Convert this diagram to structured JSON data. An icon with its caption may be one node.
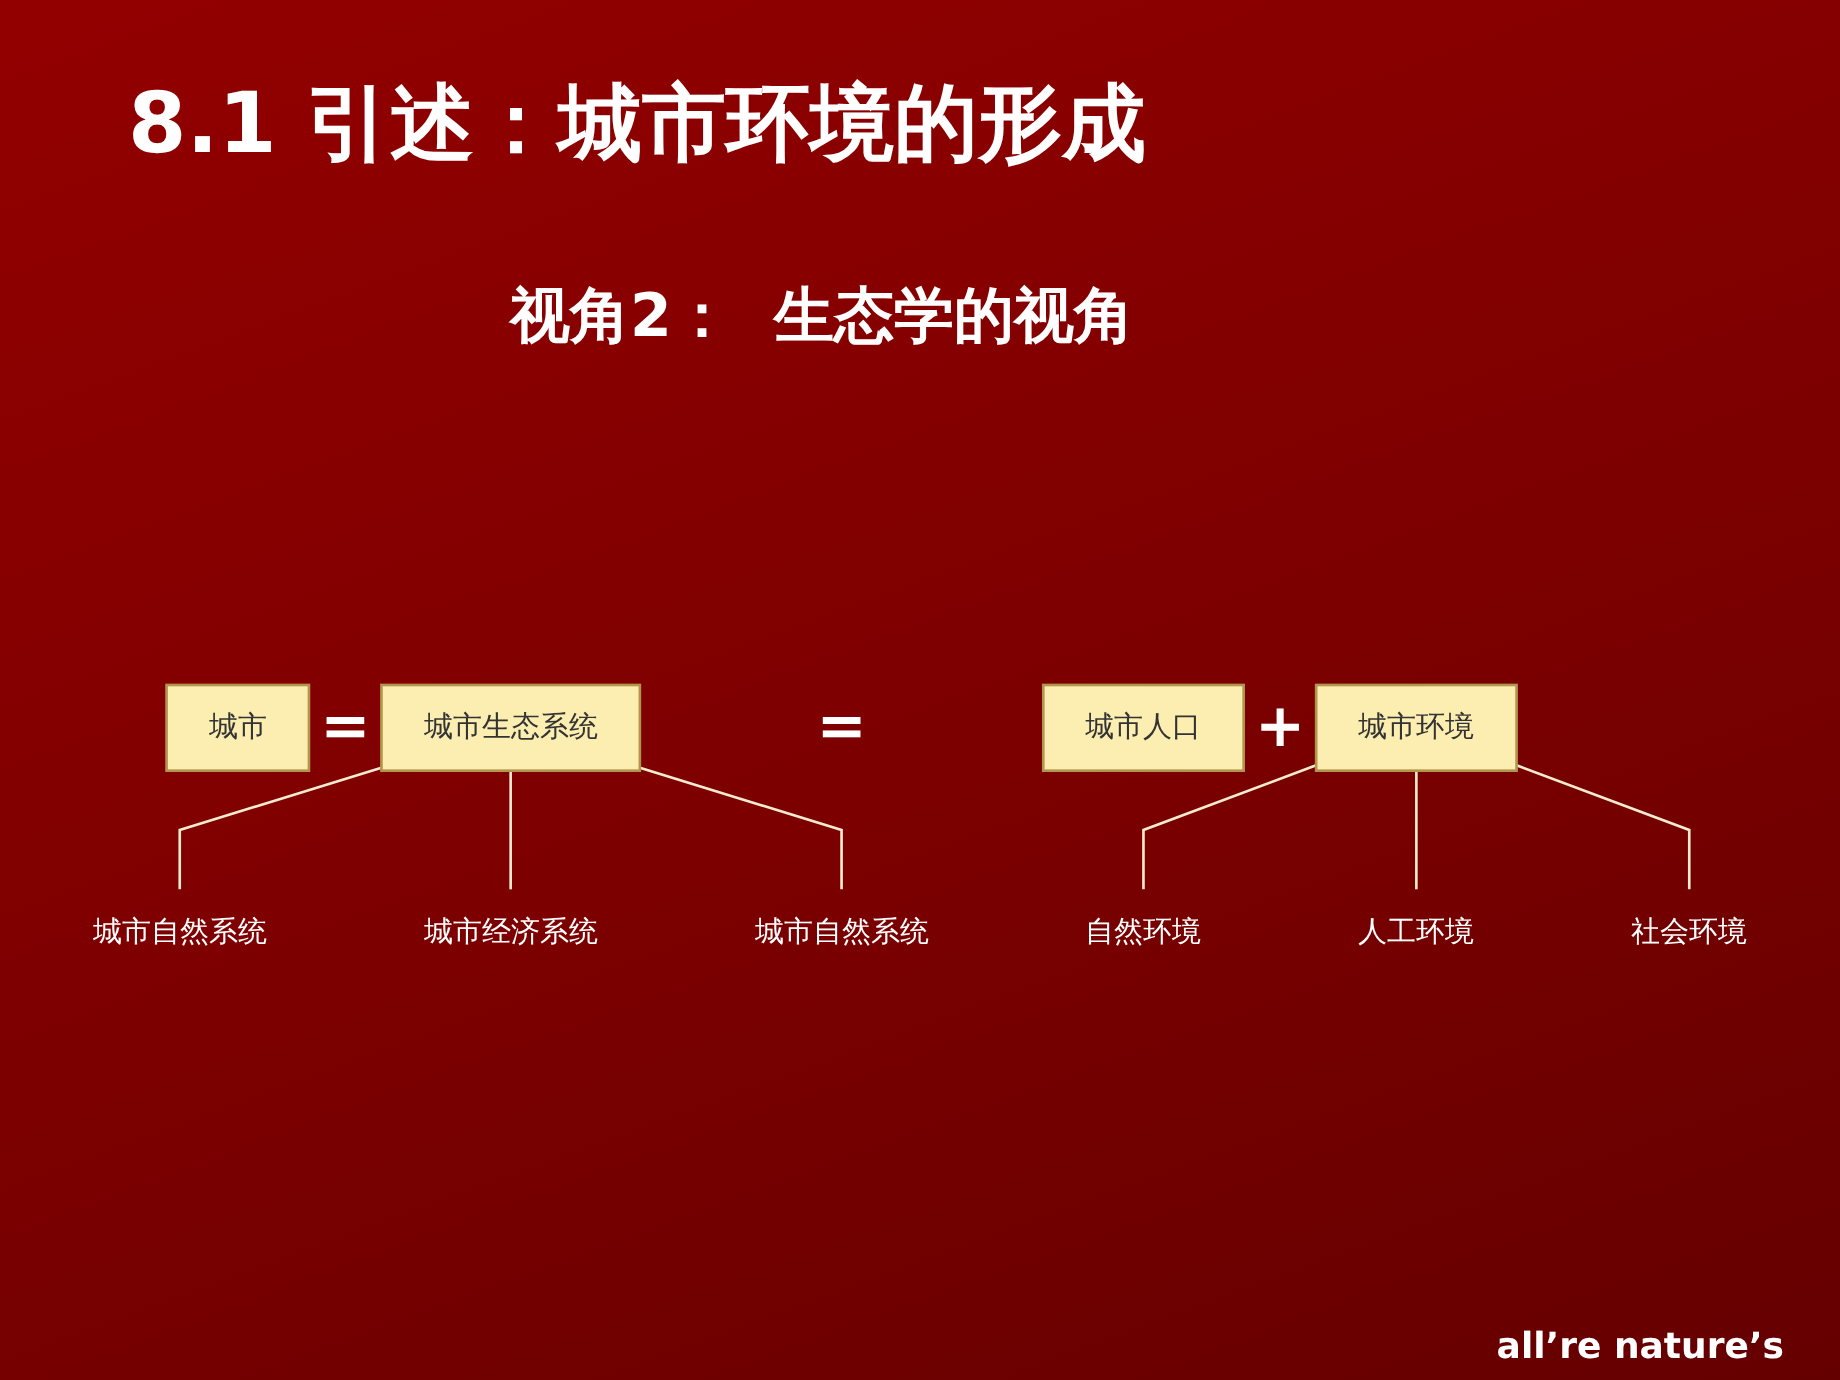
{
  "diagram": {
    "title": "8.1 引述：城市环境的形成",
    "nodes": [
      {
        "text": [
          "城市"
        ]
      },
      {
        "text": [
          "城市生态系统"
        ]
      },
      {
        "text": [
          "城市人口"
        ]
      },
      {
        "text": [
          "城市环境"
        ]
      },
      {
        "text": [
          "城市自然系统"
        ]
      },
      {
        "text": [
          "城市经济系统"
        ]
      },
      {
        "text": [
          "城市自然系统"
        ]
      },
      {
        "text": [
          "自然环境"
        ]
      },
      {
        "text": [
          "人工环境"
        ]
      },
      {
        "text": [
          "社会环境"
        ]
      }
    ],
    "edges": [
      {
        "from": 1,
        "to": 4,
        "arrow": "none"
      },
      {
        "from": 1,
        "to": 5,
        "arrow": "none"
      },
      {
        "from": 1,
        "to": 6,
        "arrow": "none"
      },
      {
        "from": 3,
        "to": 7,
        "arrow": "none"
      },
      {
        "from": 3,
        "to": 8,
        "arrow": "none"
      },
      {
        "from": 3,
        "to": 9,
        "arrow": "none"
      }
    ],
    "labels": [
      "视角2：  生态学的视角",
      "=",
      "=",
      "+",
      "all’re nature’s"
    ]
  }
}
